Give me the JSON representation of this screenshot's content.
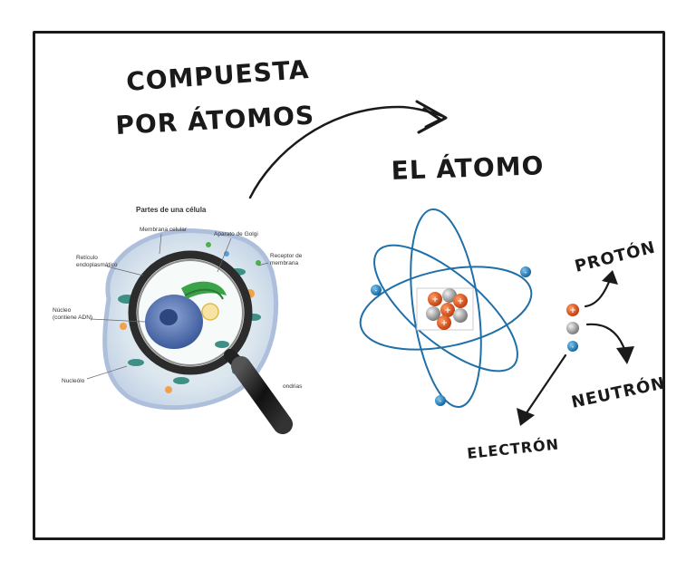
{
  "heading": {
    "line1": "COMPUESTA",
    "line2": "POR ÁTOMOS"
  },
  "atom_title": "EL ÁTOMO",
  "cell": {
    "title": "Partes de una célula",
    "labels": {
      "membrana": "Membrana celular",
      "golgi": "Aparato de Golgi",
      "receptor_1": "Receptor de",
      "receptor_2": "membrana",
      "reticulo_1": "Retículo",
      "reticulo_2": "endoplasmático",
      "nucleo_1": "Núcleo",
      "nucleo_2": "(contiene ADN)",
      "nucleolo": "Nucleólo",
      "mitocondrias": "ondrias"
    }
  },
  "particles": {
    "proton": "PROTÓN",
    "neutron": "NEUTRÓN",
    "electron": "ELECTRÓN"
  },
  "colors": {
    "orbit": "#1f6fa8",
    "proton": "#e05a1e",
    "neutron": "#9a9a9a",
    "electron": "#1f86c4",
    "ink": "#1a1a1a"
  }
}
